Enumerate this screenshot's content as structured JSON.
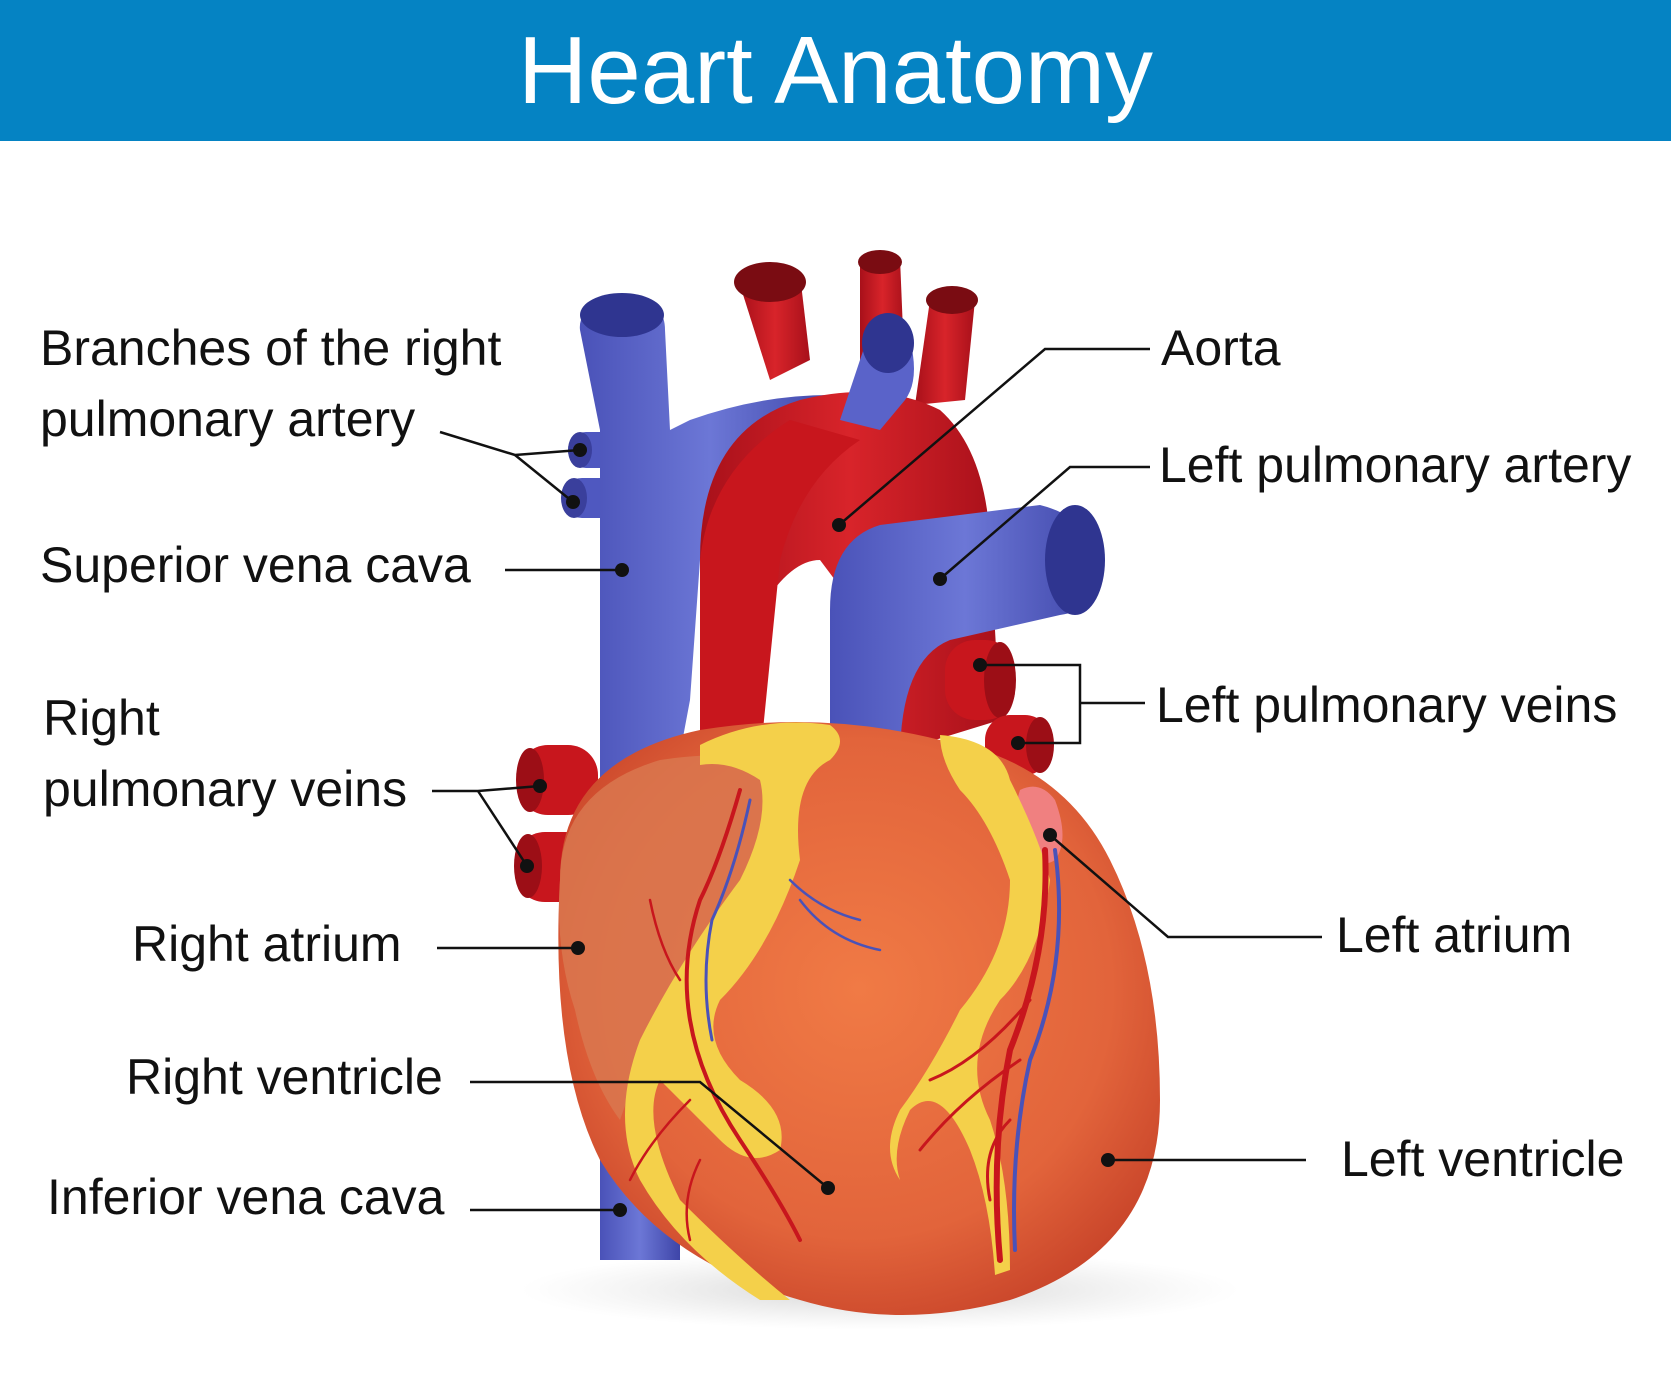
{
  "title": "Heart Anatomy",
  "colors": {
    "header_bg": "#0583c3",
    "vein_blue": "#5a63c9",
    "artery_red": "#c8161d",
    "muscle_orange": "#e2643b",
    "fat_yellow": "#f4d04a"
  },
  "labels": {
    "branches_rpa_line1": "Branches of the right",
    "branches_rpa_line2": "pulmonary artery",
    "superior_vena_cava": "Superior vena cava",
    "right_pv_line1": "Right",
    "right_pv_line2": "pulmonary veins",
    "right_atrium": "Right atrium",
    "right_ventricle": "Right ventricle",
    "inferior_vena_cava": "Inferior vena cava",
    "aorta": "Aorta",
    "left_pulmonary_artery": "Left pulmonary artery",
    "left_pulmonary_veins": "Left pulmonary veins",
    "left_atrium": "Left atrium",
    "left_ventricle": "Left ventricle"
  }
}
